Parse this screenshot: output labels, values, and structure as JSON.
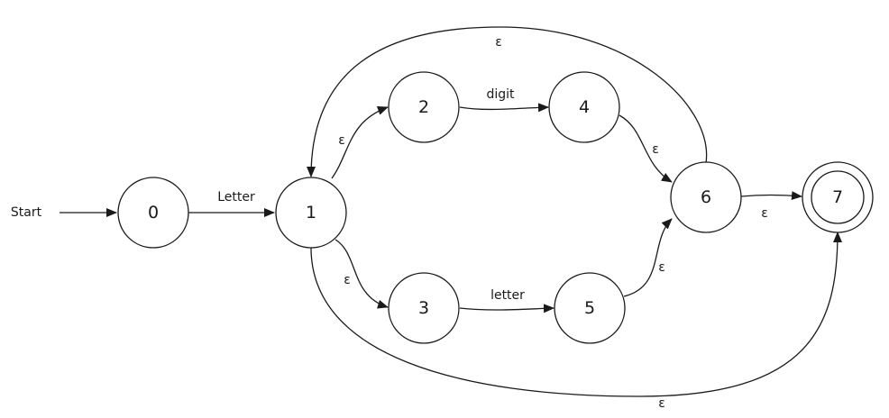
{
  "start_label": "Start",
  "states": {
    "s0": "0",
    "s1": "1",
    "s2": "2",
    "s3": "3",
    "s4": "4",
    "s5": "5",
    "s6": "6",
    "s7": "7"
  },
  "accepting_states": [
    "7"
  ],
  "transitions": [
    {
      "from": "0",
      "to": "1",
      "label": "Letter"
    },
    {
      "from": "1",
      "to": "2",
      "label": "ε"
    },
    {
      "from": "1",
      "to": "3",
      "label": "ε"
    },
    {
      "from": "2",
      "to": "4",
      "label": "digit"
    },
    {
      "from": "3",
      "to": "5",
      "label": "letter"
    },
    {
      "from": "4",
      "to": "6",
      "label": "ε"
    },
    {
      "from": "5",
      "to": "6",
      "label": "ε"
    },
    {
      "from": "6",
      "to": "7",
      "label": "ε"
    },
    {
      "from": "6",
      "to": "1",
      "label": "ε"
    },
    {
      "from": "1",
      "to": "7",
      "label": "ε"
    }
  ],
  "edge_labels": {
    "e0_1": "Letter",
    "e1_2": "ε",
    "e1_3": "ε",
    "e2_4": "digit",
    "e3_5": "letter",
    "e4_6": "ε",
    "e5_6": "ε",
    "e6_7": "ε",
    "e6_1": "ε",
    "e1_7": "ε"
  }
}
